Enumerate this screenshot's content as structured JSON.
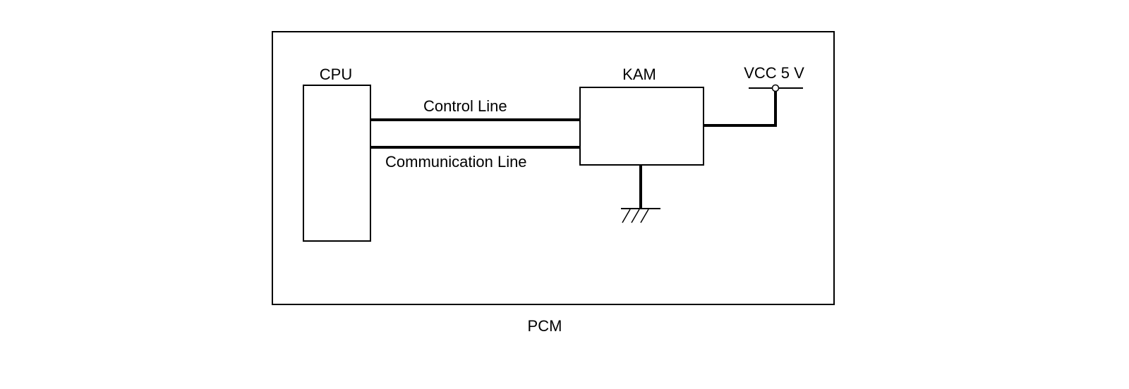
{
  "diagram": {
    "labels": {
      "cpu": "CPU",
      "kam": "KAM",
      "vcc": "VCC 5 V",
      "control_line": "Control Line",
      "communication_line": "Communication Line",
      "pcm": "PCM"
    }
  }
}
